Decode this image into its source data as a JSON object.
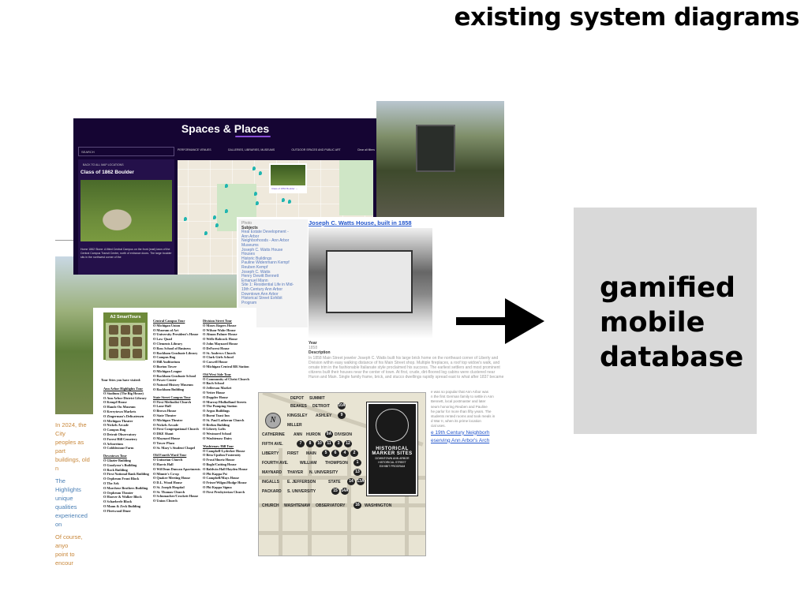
{
  "slide": {
    "title": "existing system diagrams",
    "box_label": [
      "gamified",
      "mobile",
      "database"
    ]
  },
  "background_page": {
    "paragraphs": [
      "In 2024, the City",
      "peoples as part",
      "buildings, old n",
      "The Highlights",
      "unique qualities",
      "experienced on",
      "Of course, anyo",
      "point to encour"
    ]
  },
  "spaces_places": {
    "title": "Spaces & Places",
    "search_placeholder": "SEARCH",
    "filters": [
      "PERFORMANCE VENUES",
      "GALLERIES, LIBRARIES, MUSEUMS",
      "OUTDOOR SPACES AND PUBLIC ART",
      "Clear all filters"
    ],
    "back_link": "BACK TO ALL MAP LOCATIONS",
    "place_name": "Class of 1862 Boulder",
    "popup_link": "Class of 1862 Boulder →",
    "description": "Home 1862 Stone: A fitted Central Campus on the front (east) lawn of the Central Campus Transit Center, north of entrance doors. The large boulder sits in the northwest corner of the"
  },
  "catalog": {
    "photo_label": "Photo",
    "subjects_label": "Subjects",
    "subjects": [
      "Real Estate Development -",
      "Ann Arbor",
      "Neighborhoods - Ann Arbor",
      "Museums",
      "Joseph C. Watts House",
      "Houses",
      "Historic Buildings",
      "Pauline Widenmann Kempf",
      "Reuben Kempf",
      "Joseph C. Watts",
      "Henry Dewitt Bennett",
      "Emanuel Mann",
      "Site 1: Residential Life in Mid-",
      "19th Century Ann Arbor",
      "Downtown Ann Arbor",
      "Historical Street Exhibit",
      "Program"
    ],
    "title": "Joseph C. Watts House, built in 1858",
    "year_label": "Year",
    "year": "1858",
    "description_label": "Description",
    "description": "In 1858 Main Street jeweler Joseph C. Watts built his large brick home on the northeast corner of Liberty and Division within easy walking distance of his Main Street shop. Multiple fireplaces, a roof top widow's walk, and ornate trim in the fashionable Italianate style proclaimed his success. The earliest settlers and most prominent citizens built their houses near the center of town. At first, crude, dirt-floored log cabins were clustered near Huron and Main. Single family frame, brick, and stucco dwellings rapidly spread east to what after 1837 became the University of Michigan campus. On the opposite corner to your right stands druggist Emanuel Mann's 1850",
    "description_cont": [
      "e was so popular that Ann Arbor was",
      "n the first German family to settle in Ann",
      "Bennett, local postmaster and later",
      "seum honoring Reuben and Pauline",
      "he parlor for more than fifty years. The",
      "students rented rooms and took meals in",
      "d War II, when its prime location",
      "cial uses."
    ],
    "links": [
      "e 19th Century Neighborh",
      "eserving Ann Arbor's Arch"
    ]
  },
  "smarttours": {
    "logo": "A2 SmartTours",
    "visited_label": "Tour Sites you have visited:",
    "tours": [
      {
        "name": "Ann Arbor Highlights Tour",
        "sites": [
          "Stadium (The Big House)",
          "Ann Arbor District Library",
          "Kempf House",
          "Hands-On Museum",
          "Kerrytown Markets",
          "Zingerman's Delicatessen",
          "Michigan Theater",
          "Nickels Arcade",
          "Campus Bug",
          "Detroit Observatory",
          "Forest Hill Cemetery",
          "Arboretum",
          "Cobblestone Farm"
        ]
      },
      {
        "name": "Downtown Tour",
        "sites": [
          "Glazier Building",
          "Goodyear's Building",
          "Rock Building",
          "First National Bank Building",
          "Orpheum Front Block",
          "The Ark",
          "Marchese Brothers Building",
          "Orpheum Theater",
          "Hoover & Walker Block",
          "Schaeberle Block",
          "Mann & Zeck Building",
          "Fleetwood Diner"
        ]
      },
      {
        "name": "Central Campus Tour",
        "sites": [
          "Michigan Union",
          "Museum of Art",
          "University President's House",
          "Law Quad",
          "Clements Library",
          "Ross School of Business",
          "Rackham Graduate Library",
          "Campus Bug",
          "Hill Auditorium",
          "Burton Tower",
          "Michigan League",
          "Rackham Graduate School",
          "Power Center",
          "Natural History Museum",
          "Rackham Building"
        ]
      },
      {
        "name": "State Street Campus Tour",
        "sites": [
          "First Methodist Church",
          "Lane Hall",
          "Brown House",
          "State Theater",
          "Michigan Theater",
          "Nickels Arcade",
          "First Congregational Church",
          "DKE Shant",
          "Maynard House",
          "Tower Plaza",
          "St. Mary's Student Chapel"
        ]
      },
      {
        "name": "Old Fourth Ward Tour",
        "sites": [
          "Unitarian Church",
          "Harris Hall",
          "Wil Dean Duncan Apartments",
          "Minnie's Co-op",
          "Quaker Meeting House",
          "D.L. Wood House",
          "St. Joseph Hospital",
          "St. Thomas Church",
          "Schumacher/Crockett House",
          "Union Church"
        ]
      },
      {
        "name": "Division Street Tour",
        "sites": [
          "Moses Rogers House",
          "Wilson-Wahr House",
          "Almon Palmer House",
          "Wells-Babcock House",
          "John Maynard House",
          "DeForest House",
          "St. Andrews Church",
          "Clark Girls School",
          "Caswell House",
          "Michigan Central RR Station"
        ]
      },
      {
        "name": "Old West Side Tour",
        "sites": [
          "Community of Christ Church",
          "Bach School",
          "Jefferson Market",
          "Vetter House",
          "Doppler House",
          "Murray/Mulholland Streets",
          "The Pumping Station",
          "Argus Buildings",
          "Burnt Toast Inn",
          "St. Paul Lutheran Church",
          "Brehm Building",
          "Liberty Lofts",
          "Westnorel School",
          "Washtenaw Dairy"
        ]
      },
      {
        "name": "Washtenaw Hill Tour",
        "sites": [
          "Campbell-Lyderker House",
          "Beta Upsilon Fraternity",
          "Frost/Shurtz House",
          "Bogle/Cutting House",
          "Baldwin Hall Hayden House",
          "Phi Kappa Psi",
          "Campbell/Mays House",
          "Frieze/Wilgus/Hodge House",
          "Phi Kappa Sigma",
          "First Presbyterian Church"
        ]
      }
    ]
  },
  "marker_map": {
    "plaque_title": [
      "HISTORICAL",
      "MARKER SITES"
    ],
    "plaque_sub": [
      "DOWNTOWN ANN ARBOR",
      "HISTORICAL STREET",
      "EXHIBIT PROGRAM"
    ],
    "compass": "N",
    "streets": [
      "DEPOT",
      "SUMMIT",
      "BEAKES",
      "DETROIT",
      "KINGSLEY",
      "ASHLEY",
      "MILLER",
      "CATHERINE",
      "ANN",
      "HURON",
      "DIVISION",
      "FIFTH AVE.",
      "WASHINGTON",
      "LIBERTY",
      "FIRST",
      "MAIN",
      "FOURTH AVE.",
      "WILLIAM",
      "THOMPSON",
      "MAYNARD",
      "THAYER",
      "N. UNIVERSITY",
      "INGALLS",
      "E. JEFFERSON",
      "STATE",
      "PACKARD",
      "S. UNIVERSITY",
      "CHURCH",
      "WASHTENAW",
      "OBSERVATORY"
    ],
    "markers": [
      "1",
      "2",
      "3",
      "4",
      "5",
      "6",
      "7",
      "8",
      "9",
      "10",
      "11",
      "12",
      "13",
      "14",
      "15",
      "16",
      "9A",
      "10A",
      "13A",
      "14A"
    ]
  }
}
